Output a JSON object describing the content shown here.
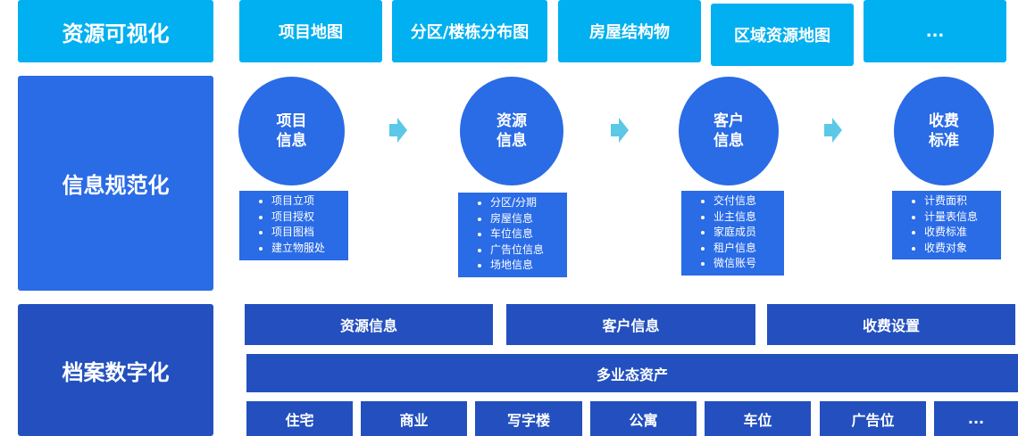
{
  "rows": {
    "visualization": {
      "title": "资源可视化",
      "items": [
        "项目地图",
        "分区/楼栋分布图",
        "房屋结构物",
        "区域资源地图",
        "..."
      ]
    },
    "standardization": {
      "title": "信息规范化",
      "steps": [
        {
          "line1": "项目",
          "line2": "信息",
          "items": [
            "项目立项",
            "项目授权",
            "项目图档",
            "建立物服处"
          ]
        },
        {
          "line1": "资源",
          "line2": "信息",
          "items": [
            "分区/分期",
            "房屋信息",
            "车位信息",
            "广告位信息",
            "场地信息"
          ]
        },
        {
          "line1": "客户",
          "line2": "信息",
          "items": [
            "交付信息",
            "业主信息",
            "家庭成员",
            "租户信息",
            "微信账号"
          ]
        },
        {
          "line1": "收费",
          "line2": "标准",
          "items": [
            "计费面积",
            "计量表信息",
            "收费标准",
            "收费对象"
          ]
        }
      ]
    },
    "digitization": {
      "title": "档案数字化",
      "top": [
        "资源信息",
        "客户信息",
        "收费设置"
      ],
      "middle": "多业态资产",
      "bottom": [
        "住宅",
        "商业",
        "写字楼",
        "公寓",
        "车位",
        "广告位",
        "..."
      ]
    }
  },
  "colors": {
    "cyan": "#00b0f0",
    "blue": "#2a6be6",
    "dark_blue": "#2350be",
    "arrow": "#5bc8e8"
  }
}
